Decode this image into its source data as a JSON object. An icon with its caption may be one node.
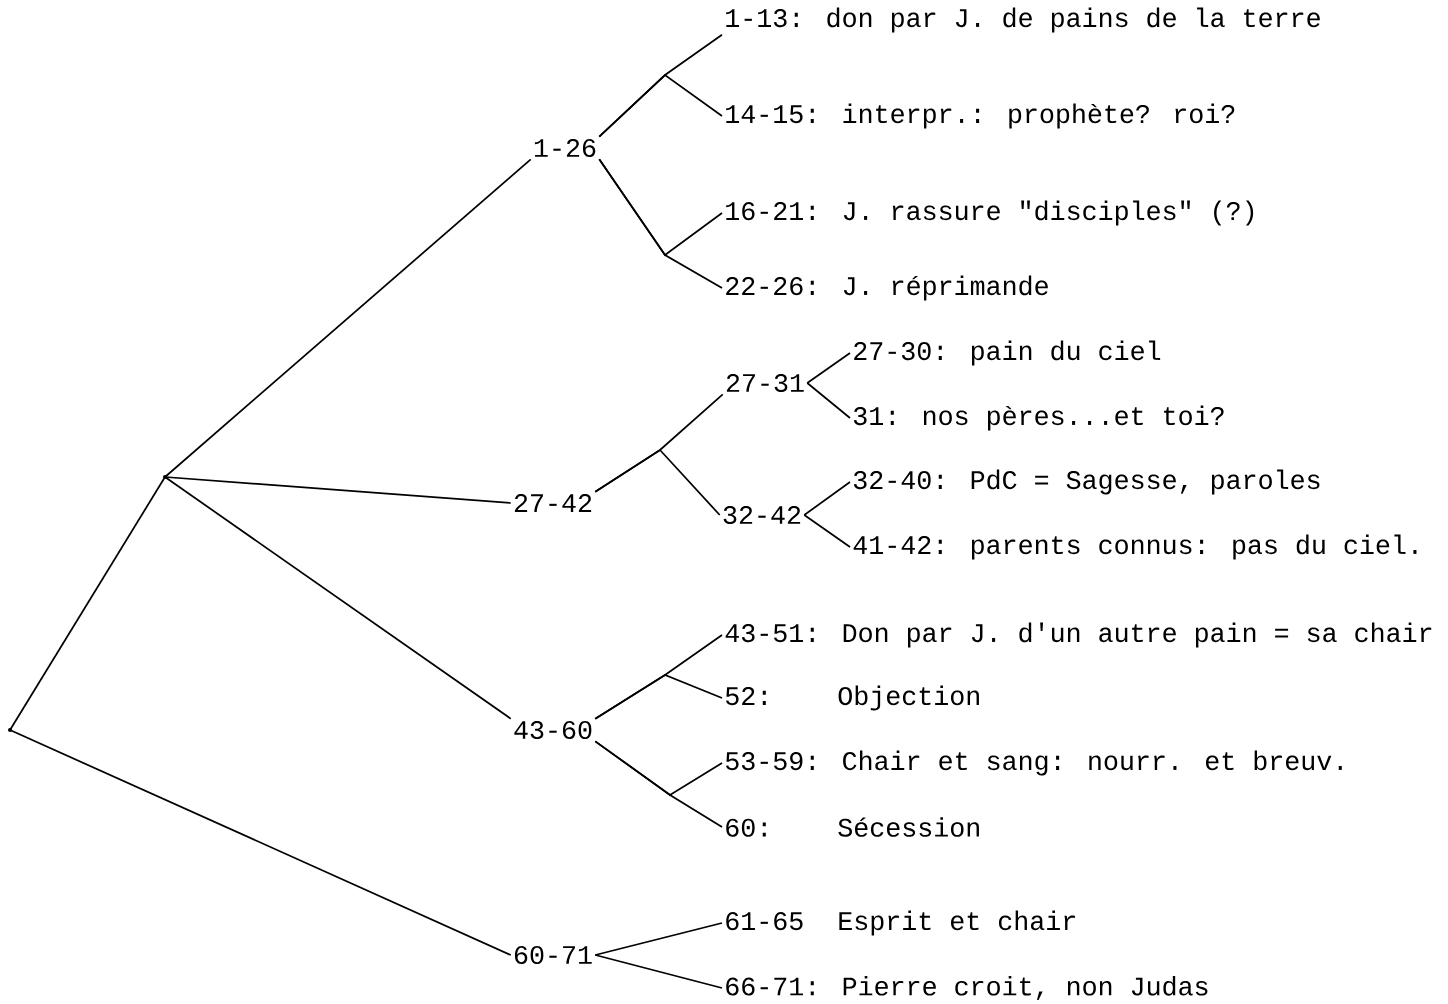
{
  "diagram": {
    "nodes": [
      {
        "text": [
          "1-26"
        ]
      },
      {
        "text": [
          "1-13: don par J. de pains de la terre"
        ]
      },
      {
        "text": [
          "14-15: interpr.: prophète? roi?"
        ]
      },
      {
        "text": [
          "16-21: J. rassure \"disciples\" (?)"
        ]
      },
      {
        "text": [
          "22-26: J. réprimande"
        ]
      },
      {
        "text": [
          "27-42"
        ]
      },
      {
        "text": [
          "27-31"
        ]
      },
      {
        "text": [
          "27-30: pain du ciel"
        ]
      },
      {
        "text": [
          "31: nos pères...et toi?"
        ]
      },
      {
        "text": [
          "32-42"
        ]
      },
      {
        "text": [
          "32-40: PdC = Sagesse, paroles"
        ]
      },
      {
        "text": [
          "41-42: parents connus: pas du ciel."
        ]
      },
      {
        "text": [
          "43-60"
        ]
      },
      {
        "text": [
          "43-51: Don par J. d'un autre pain = sa chair"
        ]
      },
      {
        "text": [
          "52:",
          "Objection"
        ]
      },
      {
        "text": [
          "53-59: Chair et sang: nourr. et breuv."
        ]
      },
      {
        "text": [
          "60:",
          "Sécession"
        ]
      },
      {
        "text": [
          "60-71"
        ]
      },
      {
        "text": [
          "61-65",
          "Esprit et chair"
        ]
      },
      {
        "text": [
          "66-71: Pierre croit, non Judas"
        ]
      },
      {
        "text": [],
        "shape": "circle"
      },
      {
        "text": [],
        "shape": "circle"
      }
    ],
    "edges": [
      {
        "from": 21,
        "to": 0,
        "arrow": "none"
      },
      {
        "from": 21,
        "to": 5,
        "arrow": "none"
      },
      {
        "from": 21,
        "to": 12,
        "arrow": "none"
      },
      {
        "from": 20,
        "to": 17,
        "arrow": "none"
      },
      {
        "from": 0,
        "to": 1,
        "arrow": "none"
      },
      {
        "from": 0,
        "to": 2,
        "arrow": "none"
      },
      {
        "from": 0,
        "to": 3,
        "arrow": "none"
      },
      {
        "from": 0,
        "to": 4,
        "arrow": "none"
      },
      {
        "from": 5,
        "to": 6,
        "arrow": "none"
      },
      {
        "from": 5,
        "to": 9,
        "arrow": "none"
      },
      {
        "from": 6,
        "to": 7,
        "arrow": "none"
      },
      {
        "from": 6,
        "to": 8,
        "arrow": "none"
      },
      {
        "from": 9,
        "to": 10,
        "arrow": "none"
      },
      {
        "from": 9,
        "to": 11,
        "arrow": "none"
      },
      {
        "from": 12,
        "to": 13,
        "arrow": "none"
      },
      {
        "from": 12,
        "to": 14,
        "arrow": "none"
      },
      {
        "from": 12,
        "to": 15,
        "arrow": "none"
      },
      {
        "from": 12,
        "to": 16,
        "arrow": "none"
      },
      {
        "from": 17,
        "to": 18,
        "arrow": "none"
      },
      {
        "from": 17,
        "to": 19,
        "arrow": "none"
      },
      {
        "from": 20,
        "to": 21,
        "arrow": "none"
      }
    ]
  }
}
